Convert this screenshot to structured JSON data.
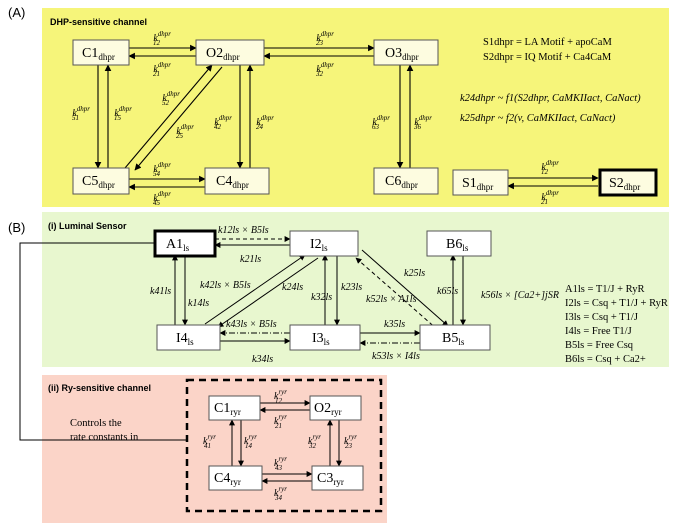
{
  "panel_A": {
    "marker": "(A)",
    "title": "DHP-sensitive channel",
    "nodes": [
      {
        "id": "c1",
        "base": "C1",
        "sub": "dhpr"
      },
      {
        "id": "o2",
        "base": "O2",
        "sub": "dhpr"
      },
      {
        "id": "o3",
        "base": "O3",
        "sub": "dhpr"
      },
      {
        "id": "c5",
        "base": "C5",
        "sub": "dhpr"
      },
      {
        "id": "c4",
        "base": "C4",
        "sub": "dhpr"
      },
      {
        "id": "c6",
        "base": "C6",
        "sub": "dhpr"
      },
      {
        "id": "s1",
        "base": "S1",
        "sub": "dhpr"
      },
      {
        "id": "s2",
        "base": "S2",
        "sub": "dhpr"
      }
    ],
    "rates": [
      {
        "id": "k12",
        "base": "k",
        "sub": "12",
        "sup": "dhpr"
      },
      {
        "id": "k21",
        "base": "k",
        "sub": "21",
        "sup": "dhpr"
      },
      {
        "id": "k23",
        "base": "k",
        "sub": "23",
        "sup": "dhpr"
      },
      {
        "id": "k32",
        "base": "k",
        "sub": "32",
        "sup": "dhpr"
      },
      {
        "id": "k51",
        "base": "k",
        "sub": "51",
        "sup": "dhpr"
      },
      {
        "id": "k15",
        "base": "k",
        "sub": "15",
        "sup": "dhpr"
      },
      {
        "id": "k52",
        "base": "k",
        "sub": "52",
        "sup": "dhpr"
      },
      {
        "id": "k25",
        "base": "k",
        "sub": "25",
        "sup": "dhpr"
      },
      {
        "id": "k42",
        "base": "k",
        "sub": "42",
        "sup": "dhpr"
      },
      {
        "id": "k24",
        "base": "k",
        "sub": "24",
        "sup": "dhpr"
      },
      {
        "id": "k63",
        "base": "k",
        "sub": "63",
        "sup": "dhpr"
      },
      {
        "id": "k36",
        "base": "k",
        "sub": "36",
        "sup": "dhpr"
      },
      {
        "id": "k54",
        "base": "k",
        "sub": "54",
        "sup": "dhpr"
      },
      {
        "id": "k45",
        "base": "k",
        "sub": "45",
        "sup": "dhpr"
      },
      {
        "id": "ks12",
        "base": "k",
        "sub": "12",
        "sup": "dhpr"
      },
      {
        "id": "ks21",
        "base": "k",
        "sub": "21",
        "sup": "dhpr"
      }
    ],
    "definitions": [
      "S1dhpr = LA Motif + apoCaM",
      "S2dhpr = IQ Motif + Ca4CaM"
    ],
    "functions": [
      "k24dhpr ~ f1(S2dhpr, CaMKIIact, CaNact)",
      "k25dhpr ~ f2(v, CaMKIIact, CaNact)"
    ]
  },
  "panel_B": {
    "marker": "(B)",
    "sub_i": "(i)  Luminal Sensor",
    "nodes": [
      {
        "id": "a1",
        "base": "A1",
        "sub": "ls"
      },
      {
        "id": "i2",
        "base": "I2",
        "sub": "ls"
      },
      {
        "id": "b6",
        "base": "B6",
        "sub": "ls"
      },
      {
        "id": "i4",
        "base": "I4",
        "sub": "ls"
      },
      {
        "id": "i3",
        "base": "I3",
        "sub": "ls"
      },
      {
        "id": "b5",
        "base": "B5",
        "sub": "ls"
      }
    ],
    "rates": [
      {
        "id": "k12",
        "text": "k12ls × B5ls"
      },
      {
        "id": "k21",
        "text": "k21ls"
      },
      {
        "id": "k41",
        "text": "k41ls"
      },
      {
        "id": "k14",
        "text": "k14ls"
      },
      {
        "id": "k42",
        "text": "k42ls × B5ls"
      },
      {
        "id": "k24",
        "text": "k24ls"
      },
      {
        "id": "k32",
        "text": "k32ls"
      },
      {
        "id": "k23",
        "text": "k23ls"
      },
      {
        "id": "k25",
        "text": "k25ls"
      },
      {
        "id": "k52",
        "text": "k52ls × A1ls"
      },
      {
        "id": "k65",
        "text": "k65ls"
      },
      {
        "id": "k56",
        "text": "k56ls × [Ca2+]jSR"
      },
      {
        "id": "k43",
        "text": "k43ls × B5ls"
      },
      {
        "id": "k34",
        "text": "k34ls"
      },
      {
        "id": "k35",
        "text": "k35ls"
      },
      {
        "id": "k53",
        "text": "k53ls × I4ls"
      }
    ],
    "legend": [
      "A1ls = T1/J + RyR",
      "I2ls = Csq + T1/J + RyR",
      "I3ls = Csq + T1/J",
      "I4ls = Free T1/J",
      "B5ls = Free Csq",
      "B6ls = Csq + Ca2+"
    ],
    "sub_ii": "(ii)  Ry-sensitive channel",
    "note": [
      "Controls the",
      "rate constants in"
    ],
    "ryr_nodes": [
      {
        "id": "c1",
        "base": "C1",
        "sub": "ryr"
      },
      {
        "id": "o2",
        "base": "O2",
        "sub": "ryr"
      },
      {
        "id": "c4",
        "base": "C4",
        "sub": "ryr"
      },
      {
        "id": "c3",
        "base": "C3",
        "sub": "ryr"
      }
    ],
    "ryr_rates": [
      {
        "id": "k12",
        "sub": "12",
        "sup": "ryr"
      },
      {
        "id": "k21",
        "sub": "21",
        "sup": "ryr"
      },
      {
        "id": "k41",
        "sub": "41",
        "sup": "ryr"
      },
      {
        "id": "k14",
        "sub": "14",
        "sup": "ryr"
      },
      {
        "id": "k32",
        "sub": "32",
        "sup": "ryr"
      },
      {
        "id": "k23",
        "sub": "23",
        "sup": "ryr"
      },
      {
        "id": "k43",
        "sub": "43",
        "sup": "ryr"
      },
      {
        "id": "k34",
        "sub": "34",
        "sup": "ryr"
      }
    ]
  },
  "colors": {
    "panel_A_bg": "#f6f57a",
    "panel_B_i_bg": "#e8f7cf",
    "panel_B_ii_bg": "#fbd4c8",
    "node_fill_A": "#fdfce0",
    "node_fill_B": "#ffffff"
  }
}
